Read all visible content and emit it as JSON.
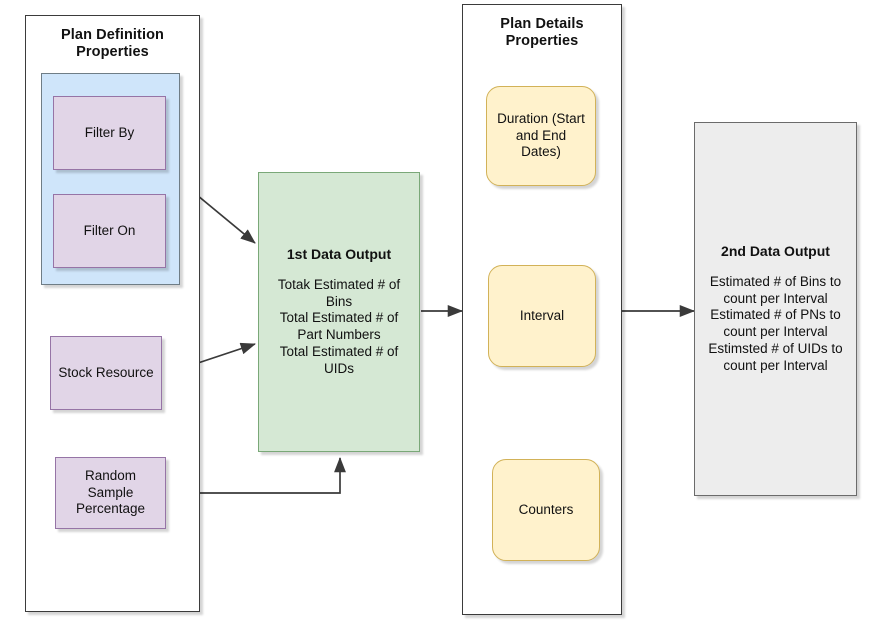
{
  "diagram": {
    "title": "Plan Definition / Plan Details data flow diagram",
    "colors": {
      "purple_fill": "#e1d5e7",
      "purple_stroke": "#9674a6",
      "blue_fill": "#cfe5fa",
      "blue_stroke": "#6f7d86",
      "green_fill": "#d5e8d4",
      "green_stroke": "#7aa878",
      "yellow_fill": "#fff2cc",
      "yellow_stroke": "#d2b258",
      "grey_fill": "#ededed",
      "grey_stroke": "#6b6b6b",
      "container_stroke": "#3b3b3b",
      "connector": "#3a3a3a",
      "text": "#111111"
    }
  },
  "plan_definition": {
    "title": "Plan Definition\nProperties",
    "filter_group": {
      "filter_by": "Filter By",
      "filter_on": "Filter On"
    },
    "stock_resource": "Stock Resource",
    "random_sample_percentage": "Random\nSample\nPercentage"
  },
  "first_data_output": {
    "heading": "1st Data Output",
    "body": "Totak Estimated # of\nBins\nTotal Estimated # of\nPart Numbers\nTotal Estimated # of\nUIDs"
  },
  "plan_details": {
    "title": "Plan Details\nProperties",
    "items": [
      {
        "label": "Duration (Start\nand End\nDates)"
      },
      {
        "label": "Interval"
      },
      {
        "label": "Counters"
      }
    ]
  },
  "second_data_output": {
    "heading": "2nd Data Output",
    "body": "Estimated # of Bins to\ncount per Interval\nEstimated # of PNs to\ncount per Interval\nEstimsted # of UIDs to\ncount per Interval"
  },
  "connectors": [
    {
      "name": "filter-group-to-first-data-output",
      "from": "Filter group",
      "to": "1st Data Output"
    },
    {
      "name": "stock-resource-to-first-data-output",
      "from": "Stock Resource",
      "to": "1st Data Output"
    },
    {
      "name": "random-sample-to-first-data-output",
      "from": "Random Sample Percentage",
      "to": "1st Data Output"
    },
    {
      "name": "first-data-output-to-plan-details",
      "from": "1st Data Output",
      "to": "Plan Details Properties"
    },
    {
      "name": "plan-details-to-second-data-output",
      "from": "Plan Details Properties",
      "to": "2nd Data Output"
    }
  ]
}
